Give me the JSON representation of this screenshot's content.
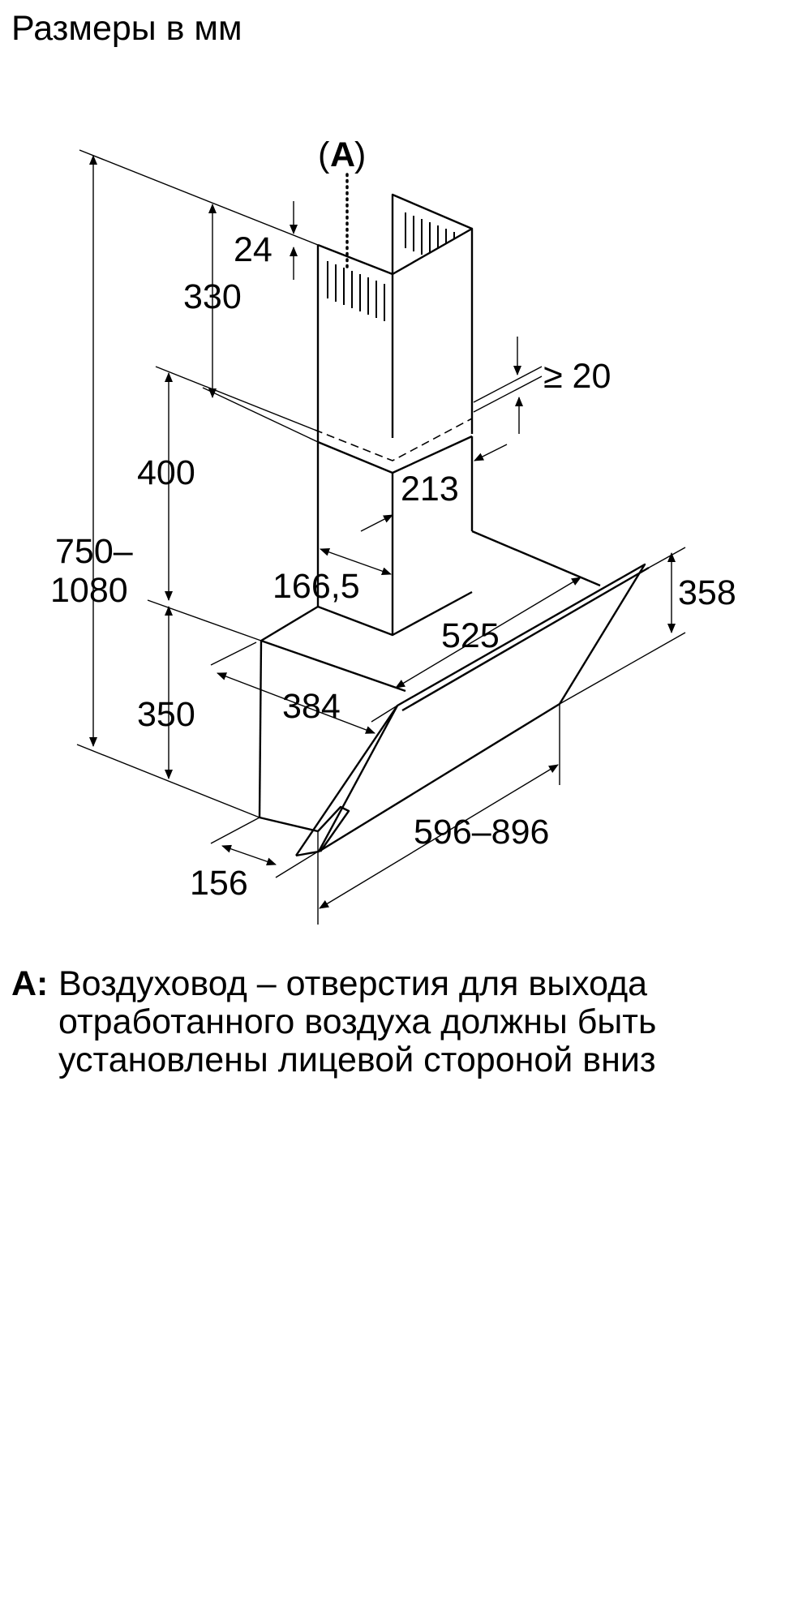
{
  "title": "Размеры в мм",
  "callout": {
    "open": "(",
    "letter": "A",
    "close": ")"
  },
  "dimensions": {
    "overall_height_line1": "750–",
    "overall_height_line2": "1080",
    "top_offset": "24",
    "chimney_upper": "330",
    "chimney_lower": "400",
    "body_height": "350",
    "gap_min": "≥ 20",
    "chimney_depth": "213",
    "chimney_width": "166,5",
    "glass_height": "358",
    "glass_depth": "525",
    "body_depth": "384",
    "front_depth": "156",
    "width_range": "596–896"
  },
  "legend": {
    "key": "A:",
    "text": "Воздуховод – отверстия для выхода\nотработанного воздуха должны быть\nустановлены лицевой стороной вниз"
  }
}
